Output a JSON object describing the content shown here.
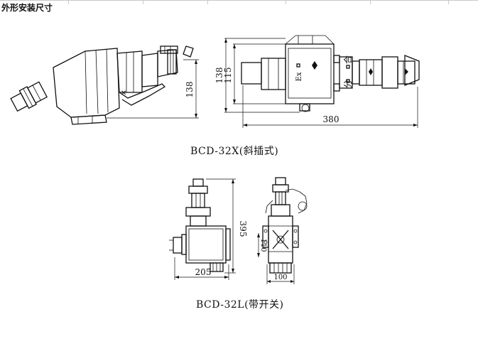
{
  "page_title": "外形安装尺寸",
  "top_figure": {
    "caption": "BCD-32X(斜插式)",
    "dims": {
      "side_height": "138",
      "front_height_outer": "138",
      "front_height_inner": "115",
      "front_length": "380"
    },
    "labels": {
      "ex": "Ex",
      "close": "合",
      "open": "分"
    }
  },
  "bottom_figure": {
    "caption": "BCD-32L(带开关)",
    "dims": {
      "height": "395",
      "width": "205",
      "front_width": "100",
      "front_small": "110"
    }
  }
}
